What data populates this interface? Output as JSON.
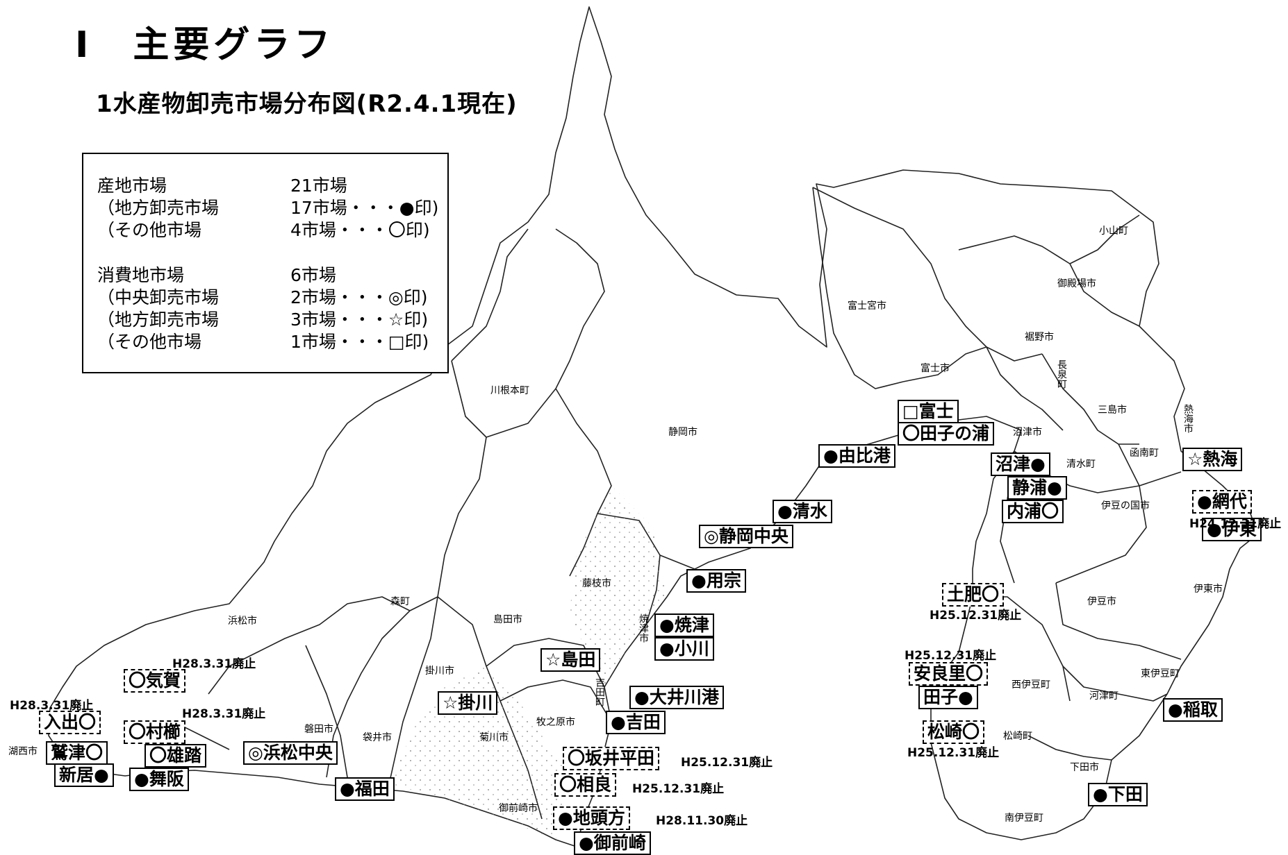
{
  "title": "Ⅰ　主要グラフ",
  "subtitle": "1水産物卸売市場分布図(R2.4.1現在)",
  "legend": {
    "rows": [
      {
        "label": "産地市場",
        "value": "21市場"
      },
      {
        "label": "（地方卸売市場",
        "value": "17市場・・・●印)"
      },
      {
        "label": "（その他市場",
        "value": "4市場・・・〇印)"
      },
      {
        "label": "消費地市場",
        "value": "6市場"
      },
      {
        "label": "（中央卸売市場",
        "value": "2市場・・・◎印)"
      },
      {
        "label": "（地方卸売市場",
        "value": "3市場・・・☆印)"
      },
      {
        "label": "（その他市場",
        "value": "1市場・・・□印)"
      }
    ]
  },
  "markets": [
    {
      "label": "□富士"
    },
    {
      "label": "〇田子の浦"
    },
    {
      "label": "●由比港"
    },
    {
      "label": "沼津●"
    },
    {
      "label": "☆熱海"
    },
    {
      "label": "静浦●"
    },
    {
      "label": "●網代"
    },
    {
      "label": "内浦〇"
    },
    {
      "label": "●清水"
    },
    {
      "label": "◎静岡中央"
    },
    {
      "label": "●伊東"
    },
    {
      "label": "●用宗"
    },
    {
      "label": "土肥〇"
    },
    {
      "label": "●焼津"
    },
    {
      "label": "●小川"
    },
    {
      "label": "☆島田"
    },
    {
      "label": "安良里〇"
    },
    {
      "label": "〇気賀"
    },
    {
      "label": "●大井川港"
    },
    {
      "label": "田子●"
    },
    {
      "label": "☆掛川"
    },
    {
      "label": "入出〇"
    },
    {
      "label": "●稲取"
    },
    {
      "label": "〇村櫛"
    },
    {
      "label": "●吉田"
    },
    {
      "label": "松崎〇"
    },
    {
      "label": "鷲津〇"
    },
    {
      "label": "〇雄踏"
    },
    {
      "label": "◎浜松中央"
    },
    {
      "label": "〇坂井平田"
    },
    {
      "label": "新居●"
    },
    {
      "label": "●舞阪"
    },
    {
      "label": "〇相良"
    },
    {
      "label": "●福田"
    },
    {
      "label": "●下田"
    },
    {
      "label": "●地頭方"
    },
    {
      "label": "●御前崎"
    }
  ],
  "notes": [
    {
      "text": "H24.12.31廃止"
    },
    {
      "text": "H25.12.31廃止"
    },
    {
      "text": "H28.3.31廃止"
    },
    {
      "text": "H25.12.31廃止"
    },
    {
      "text": "H28.3.31廃止"
    },
    {
      "text": "H28.3.31廃止"
    },
    {
      "text": "H25.12.31廃止"
    },
    {
      "text": "H25.12.31廃止"
    },
    {
      "text": "H25.12.31廃止"
    },
    {
      "text": "H28.11.30廃止"
    }
  ],
  "municipalities": [
    {
      "name": "小山町"
    },
    {
      "name": "御殿場市"
    },
    {
      "name": "富士宮市"
    },
    {
      "name": "裾野市"
    },
    {
      "name": "富士市"
    },
    {
      "name": "長泉町"
    },
    {
      "name": "三島市"
    },
    {
      "name": "熱海市"
    },
    {
      "name": "沼津市"
    },
    {
      "name": "清水町"
    },
    {
      "name": "函南町"
    },
    {
      "name": "伊豆の国市"
    },
    {
      "name": "川根本町"
    },
    {
      "name": "静岡市"
    },
    {
      "name": "藤枝市"
    },
    {
      "name": "伊豆市"
    },
    {
      "name": "伊東市"
    },
    {
      "name": "浜松市"
    },
    {
      "name": "森町"
    },
    {
      "name": "島田市"
    },
    {
      "name": "焼津市"
    },
    {
      "name": "掛川市"
    },
    {
      "name": "吉田町"
    },
    {
      "name": "西伊豆町"
    },
    {
      "name": "河津町"
    },
    {
      "name": "東伊豆町"
    },
    {
      "name": "磐田市"
    },
    {
      "name": "袋井市"
    },
    {
      "name": "菊川市"
    },
    {
      "name": "牧之原市"
    },
    {
      "name": "松崎町"
    },
    {
      "name": "湖西市"
    },
    {
      "name": "下田市"
    },
    {
      "name": "御前崎市"
    },
    {
      "name": "南伊豆町"
    }
  ]
}
